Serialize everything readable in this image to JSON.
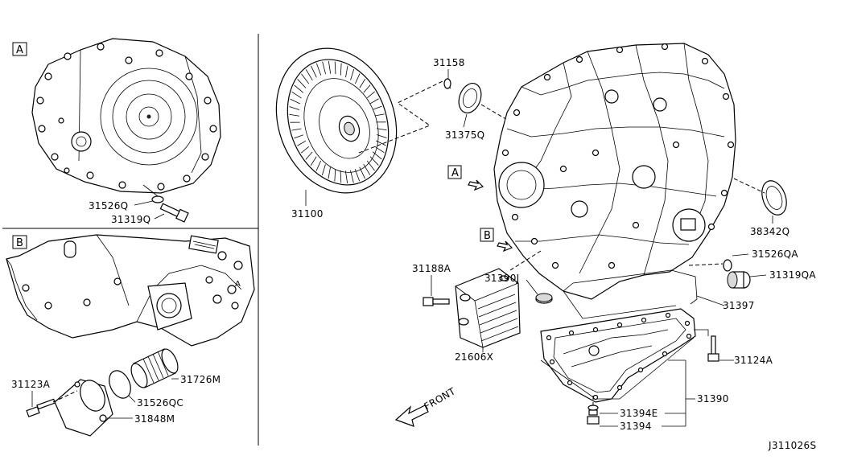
{
  "sections": {
    "a": {
      "tag": "A"
    },
    "b": {
      "tag": "B"
    }
  },
  "callouts": {
    "view_a": "A",
    "view_b": "B",
    "front": "FRONT"
  },
  "parts": {
    "p31526Q": "31526Q",
    "p31319Q": "31319Q",
    "p31100": "31100",
    "p31158": "31158",
    "p31375Q": "31375Q",
    "p38342Q": "38342Q",
    "p31526QA": "31526QA",
    "p31319QA": "31319QA",
    "p31188A": "31188A",
    "p31390J": "31390J",
    "p21606X": "21606X",
    "p31397": "31397",
    "p31124A": "31124A",
    "p31390": "31390",
    "p31394E": "31394E",
    "p31394": "31394",
    "p31123A": "31123A",
    "p31726M": "31726M",
    "p31526QC": "31526QC",
    "p31848M": "31848M"
  },
  "diagram_id": "J311026S"
}
